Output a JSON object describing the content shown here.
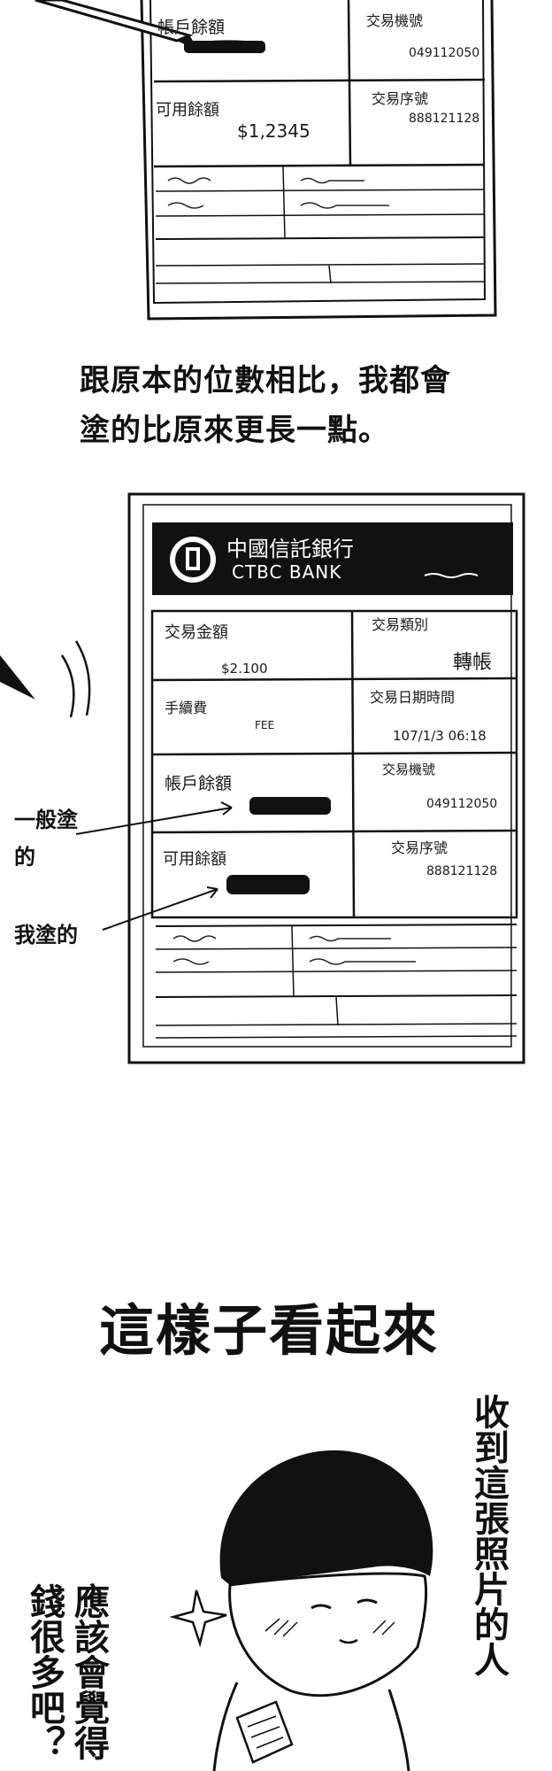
{
  "receipt_top": {
    "account_balance_label": "帳戶餘額",
    "terminal_label": "交易機號",
    "terminal_value": "049112050",
    "available_label": "可用餘額",
    "available_value": "$1,2345",
    "sequence_label": "交易序號",
    "sequence_value": "888121128"
  },
  "caption_1": {
    "line1": "跟原本的位數相比，我都會",
    "line2": "塗的比原來更長一點。"
  },
  "receipt_bottom": {
    "bank_name": "中國信託銀行",
    "bank_name_en": "CTBC BANK",
    "amount_label": "交易金額",
    "amount_value": "$2.100",
    "type_label": "交易類別",
    "type_value": "轉帳",
    "fee_label": "手續費",
    "fee_value": "FEE",
    "datetime_label": "交易日期時間",
    "datetime_value": "107/1/3 06:18",
    "account_balance_label": "帳戶餘額",
    "terminal_label": "交易機號",
    "terminal_value": "049112050",
    "available_label": "可用餘額",
    "sequence_label": "交易序號",
    "sequence_value": "888121128"
  },
  "annotations": {
    "normal_line1": "一般塗",
    "normal_line2": "的",
    "mine": "我塗的"
  },
  "caption_2": "這樣子看起來",
  "vertical_right": "收到這張照片的人",
  "vertical_left_col1": "應該會覺得",
  "vertical_left_col2": "錢很多吧？"
}
